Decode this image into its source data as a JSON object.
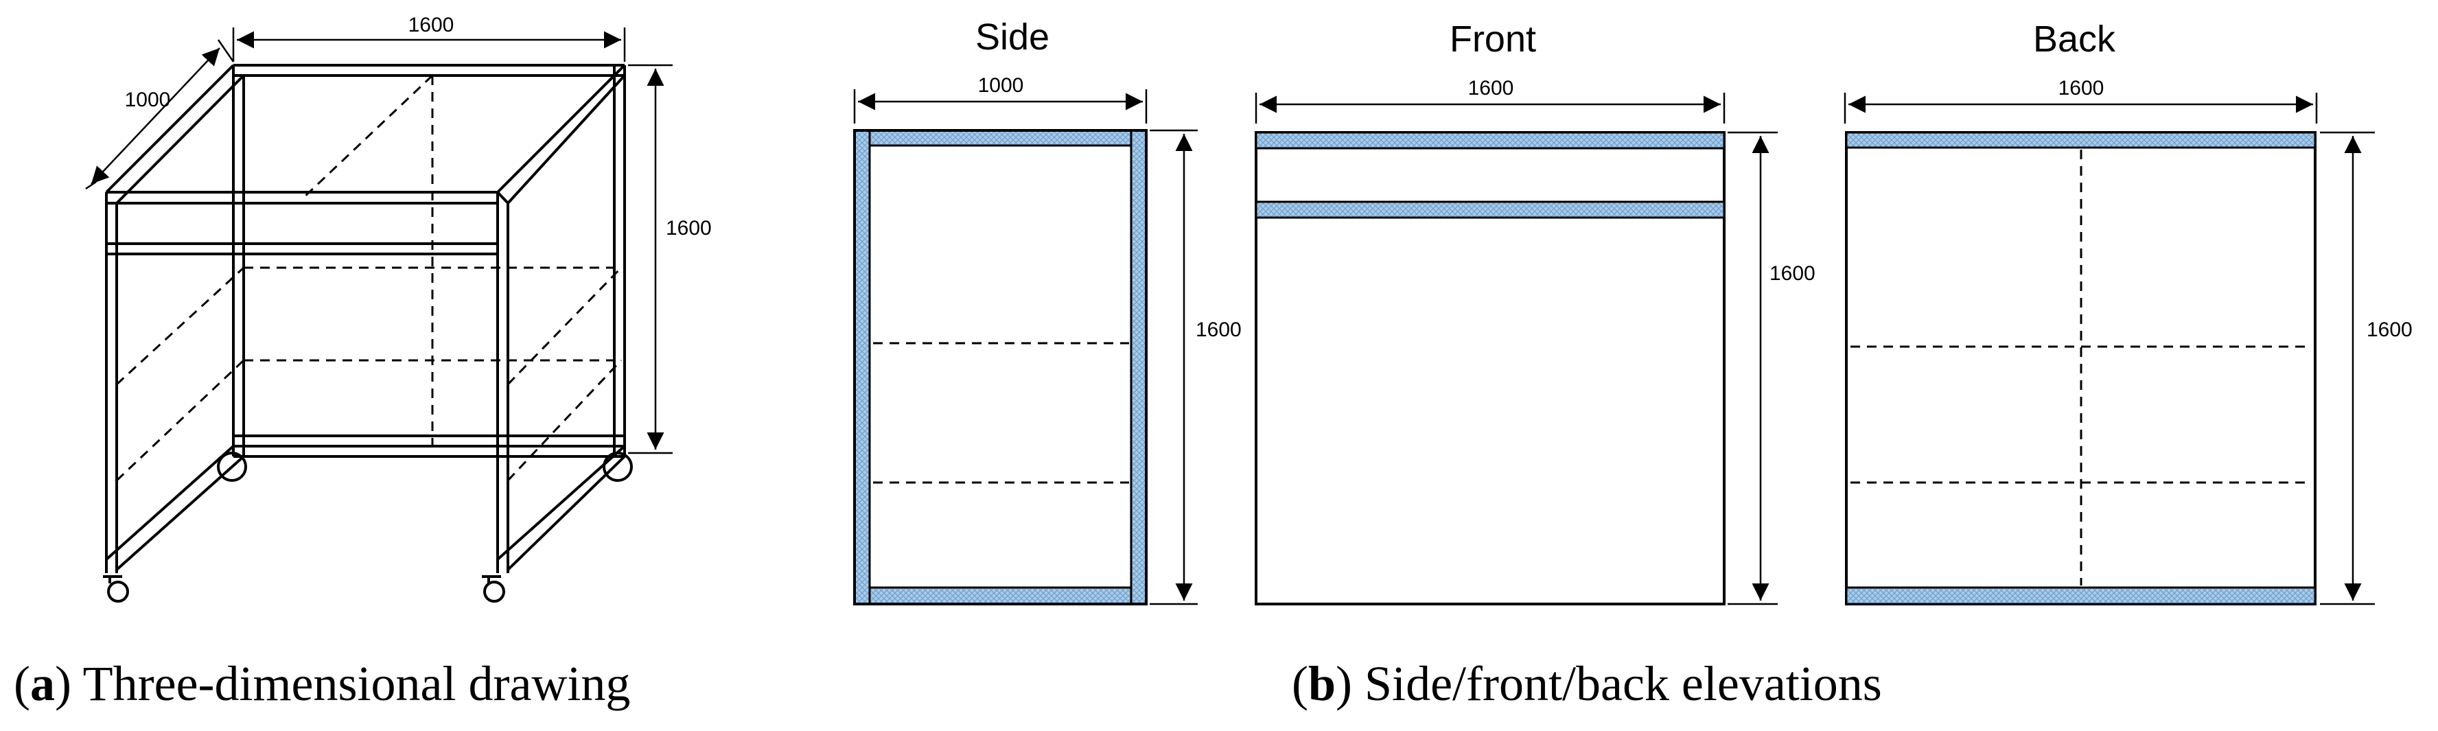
{
  "views": {
    "three_d": {
      "dim_width": "1600",
      "dim_depth": "1000",
      "dim_height": "1600"
    },
    "side": {
      "title": "Side",
      "dim_width": "1000",
      "dim_height": "1600"
    },
    "front": {
      "title": "Front",
      "dim_width": "1600",
      "dim_height": "1600"
    },
    "back": {
      "title": "Back",
      "dim_width": "1600",
      "dim_height": "1600"
    }
  },
  "captions": {
    "a_letter": "a",
    "a_text": "Three-dimensional drawing",
    "b_letter": "b",
    "b_text": "Side/front/back elevations"
  },
  "colors": {
    "panel_fill": "#a9cbe8",
    "panel_hatch": "#6f9fcf",
    "line": "#000000"
  }
}
